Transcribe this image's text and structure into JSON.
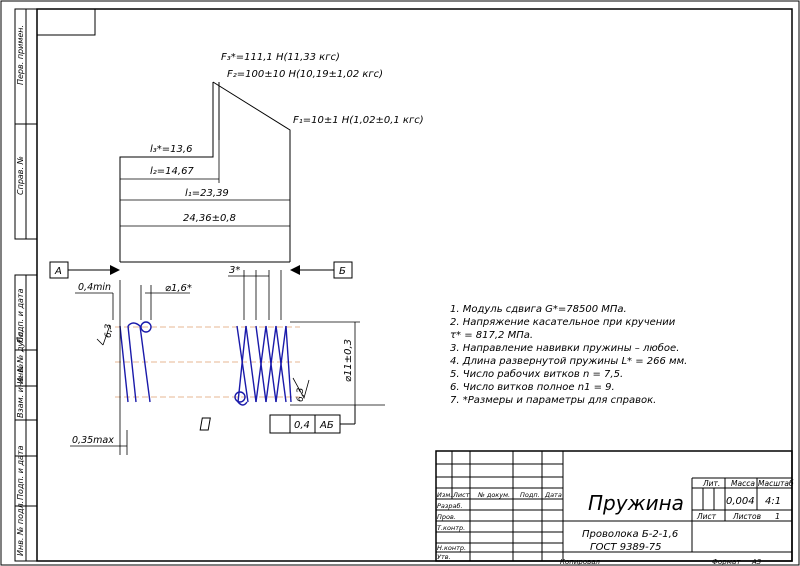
{
  "forces": {
    "f3": "F₃*=111,1 Н(11,33 кгс)",
    "f2": "F₂=100±10 Н(10,19±1,02 кгс)",
    "f1": "F₁=10±1 Н(1,02±0,1 кгс)"
  },
  "dims": {
    "l3": "l₃*=13,6",
    "l2": "l₂=14,67",
    "l1": "l₁=23,39",
    "total": "24,36±0,8",
    "gap": "0,4min",
    "dia_wire": "⌀1,6*",
    "pitch": "3*",
    "outer_dia": "⌀11±0,3",
    "end_gap": "0,35max",
    "rough_left": "6,3",
    "rough_right": "6,3",
    "tol_value": "0,4",
    "tol_datum": "АБ"
  },
  "datums": {
    "a": "А",
    "b": "Б"
  },
  "notes": [
    "1. Модуль сдвига G*=78500 МПа.",
    "2. Напряжение касательное при кручении",
    "   τ* = 817,2 МПа.",
    "3. Направление навивки пружины – любое.",
    "4. Длина развернутой пружины L* = 266 мм.",
    "5. Число рабочих витков n = 7,5.",
    "6. Число витков полное n1 = 9.",
    "7. *Размеры и параметры для справок."
  ],
  "side_strip": [
    "Перв. примен.",
    "Справ. №",
    "Подп. и дата",
    "Инв. № дубл.",
    "Взам. инв. №",
    "Подп. и дата",
    "Инв. № подл."
  ],
  "title_block": {
    "name": "Пружина",
    "material_1": "Проволока Б-2-1,6",
    "material_2": "ГОСТ 9389-75",
    "lit": "Лит.",
    "mass_label": "Масса",
    "scale_label": "Масштаб",
    "mass": "0,004",
    "scale": "4:1",
    "sheet": "Лист",
    "sheets": "Листов",
    "sheets_count": "1",
    "cols": [
      "Изм.",
      "Лист",
      "№ докум.",
      "Подп.",
      "Дата"
    ],
    "roles": [
      "Разраб.",
      "Пров.",
      "Т.контр.",
      "Н.контр.",
      "Утв."
    ],
    "copied": "Копировал",
    "format": "Формат",
    "format_value": "А3"
  },
  "colors": {
    "spring": "#1a1aaa",
    "axis": "#e0a070",
    "line": "#000000"
  }
}
